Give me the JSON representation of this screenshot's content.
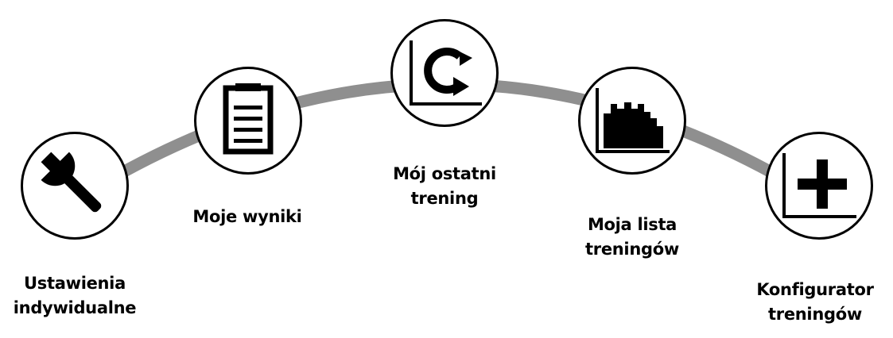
{
  "menu": {
    "items": [
      {
        "id": "settings",
        "label_lines": [
          "Ustawienia",
          "indywidualne"
        ],
        "icon": "wrench-icon"
      },
      {
        "id": "results",
        "label_lines": [
          "Moje wyniki"
        ],
        "icon": "clipboard-icon"
      },
      {
        "id": "last-training",
        "label_lines": [
          "Mój ostatni",
          "trening"
        ],
        "icon": "refresh-chart-icon"
      },
      {
        "id": "training-list",
        "label_lines": [
          "Moja lista",
          "treningów"
        ],
        "icon": "bar-chart-icon"
      },
      {
        "id": "configurator",
        "label_lines": [
          "Konfigurator",
          "treningów"
        ],
        "icon": "plus-chart-icon"
      }
    ]
  },
  "colors": {
    "arc": "#8f8f8f",
    "stroke": "#000000",
    "background": "#ffffff"
  }
}
